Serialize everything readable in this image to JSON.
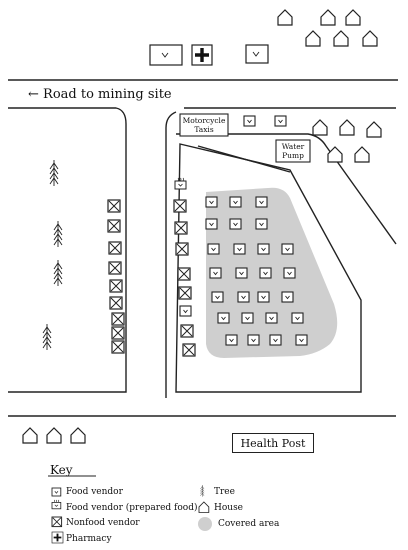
{
  "map": {
    "road_label": "← Road to mining site",
    "motorcycle_taxis": "Motorcycle Taxis",
    "water_pump": "Water Pump",
    "health_post": "Health Post"
  },
  "key": {
    "title": "Key",
    "items": [
      {
        "symbol": "food-vendor-icon",
        "label": "Food vendor"
      },
      {
        "symbol": "prepared-food-vendor-icon",
        "label": "Food vendor (prepared food)"
      },
      {
        "symbol": "nonfood-vendor-icon",
        "label": "Nonfood vendor"
      },
      {
        "symbol": "pharmacy-icon",
        "label": "Pharmacy"
      },
      {
        "symbol": "tree-icon",
        "label": "Tree"
      },
      {
        "symbol": "house-icon",
        "label": "House"
      },
      {
        "symbol": "covered-area-icon",
        "label": "Covered area"
      }
    ]
  },
  "colors": {
    "ink": "#222222",
    "covered_area": "#cfcfcf"
  }
}
